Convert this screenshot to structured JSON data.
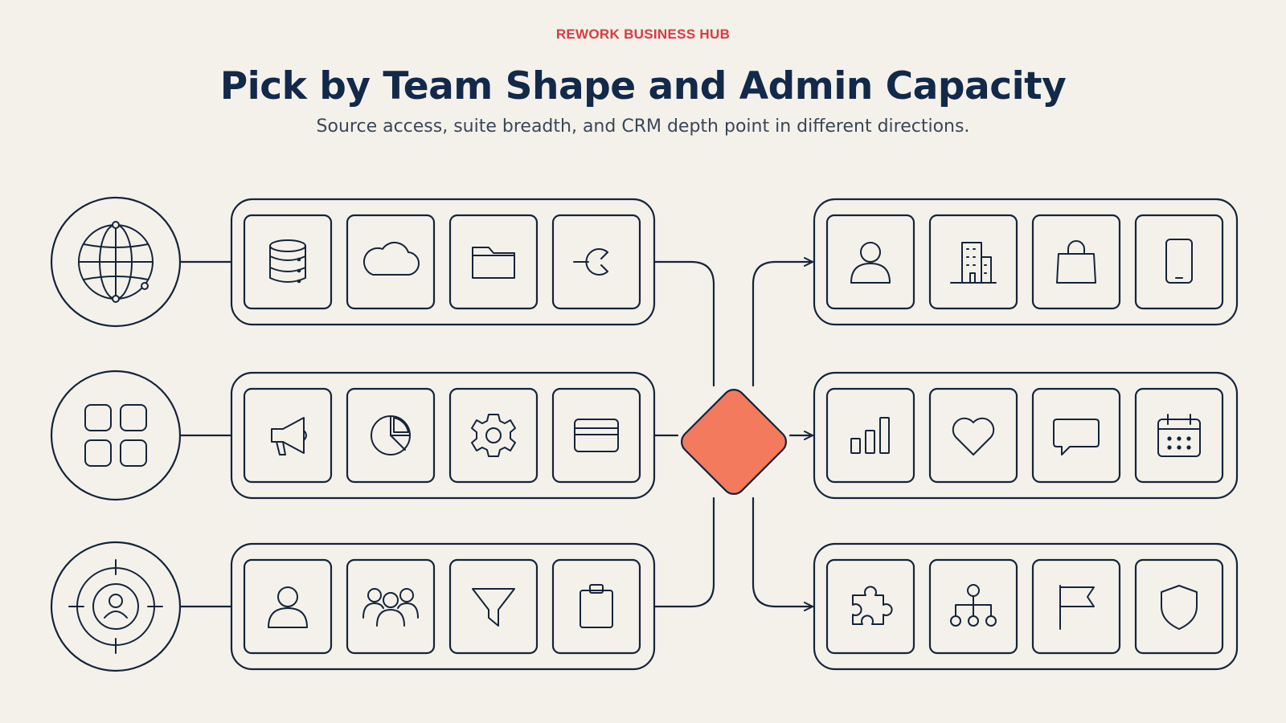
{
  "header": {
    "eyebrow": "REWORK BUSINESS HUB",
    "title": "Pick by Team Shape and Admin Capacity",
    "subtitle": "Source access, suite breadth, and CRM depth point in different directions."
  },
  "colors": {
    "background": "#f4f1eb",
    "line": "#15243a",
    "accent_diamond": "#f37a5c",
    "eyebrow": "#d93a3f",
    "title": "#13294a"
  },
  "left_rows": [
    {
      "hub_icon": "globe-icon",
      "icons": [
        "database-icon",
        "cloud-icon",
        "folder-icon",
        "code-icon"
      ]
    },
    {
      "hub_icon": "app-grid-icon",
      "icons": [
        "megaphone-icon",
        "pie-chart-icon",
        "gear-icon",
        "credit-card-icon"
      ]
    },
    {
      "hub_icon": "target-user-icon",
      "icons": [
        "user-icon",
        "team-icon",
        "funnel-icon",
        "clipboard-icon"
      ]
    }
  ],
  "right_rows": [
    {
      "icons": [
        "user-icon",
        "building-icon",
        "shopping-bag-icon",
        "smartphone-icon"
      ]
    },
    {
      "icons": [
        "bar-chart-icon",
        "heart-icon",
        "chat-bubble-icon",
        "calendar-icon"
      ]
    },
    {
      "icons": [
        "puzzle-icon",
        "org-chart-icon",
        "flag-icon",
        "shield-icon"
      ]
    }
  ],
  "center": {
    "icon": "decision-diamond-icon"
  }
}
